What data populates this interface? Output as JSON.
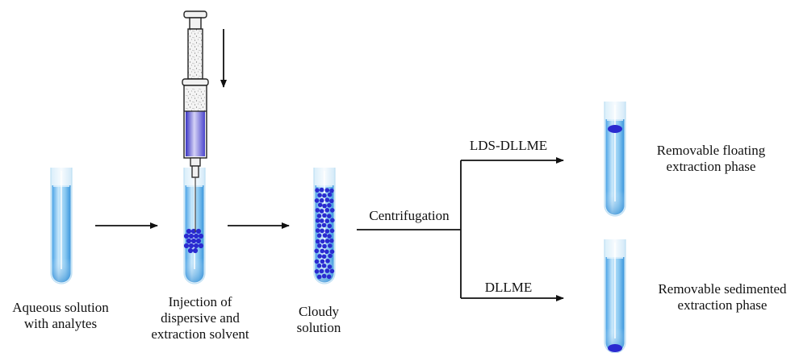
{
  "steps": [
    {
      "label_lines": [
        "Aqueous solution",
        "with analytes"
      ]
    },
    {
      "label_lines": [
        "Injection of",
        "dispersive and",
        "extraction solvent"
      ]
    },
    {
      "label_lines": [
        "Cloudy",
        "solution"
      ]
    }
  ],
  "process": {
    "label": "Centrifugation"
  },
  "branches": [
    {
      "method": "LDS-DLLME",
      "result_lines": [
        "Removable floating",
        "extraction phase"
      ]
    },
    {
      "method": "DLLME",
      "result_lines": [
        "Removable sedimented",
        "extraction phase"
      ]
    }
  ],
  "colors": {
    "liquid": "#7fc3ef",
    "liquid_deep": "#2a8fd6",
    "droplet": "#2a2ad0",
    "solvent": "#5b55d8",
    "line": "#111111"
  }
}
